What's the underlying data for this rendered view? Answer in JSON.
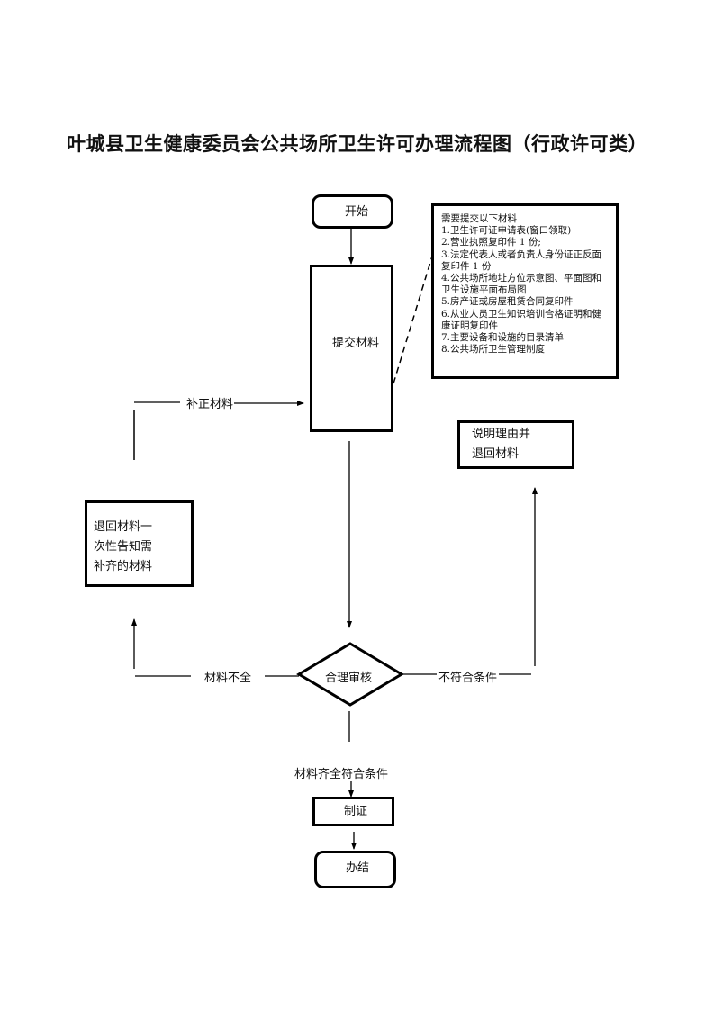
{
  "title": "叶城县卫生健康委员会公共场所卫生许可办理流程图（行政许可类）",
  "nodes": {
    "start": "开始",
    "submit": "提交材料",
    "requirements": {
      "heading": "需要提交以下材料",
      "items": [
        "1.卫生许可证申请表(窗口领取)",
        "2.营业执照复印件 1 份;",
        "3.法定代表人或者负责人身份证正反面复印件 1 份",
        "4.公共场所地址方位示意图、平面图和卫生设施平面布局图",
        "5.房产证或房屋租赁合同复印件",
        "6.从业人员卫生知识培训合格证明和健康证明复印件",
        "7.主要设备和设施的目录清单",
        "8.公共场所卫生管理制度"
      ]
    },
    "return_notify": [
      "退回材料一",
      "次性告知需",
      "补齐的材料"
    ],
    "explain_return": [
      "说明理由并",
      "退回材料"
    ],
    "review": "合理审核",
    "issue": "制证",
    "finish": "办结"
  },
  "edges": {
    "supplement": "补正材料",
    "incomplete": "材料不全",
    "not_qualified": "不符合条件",
    "qualified": "材料齐全符合条件"
  }
}
